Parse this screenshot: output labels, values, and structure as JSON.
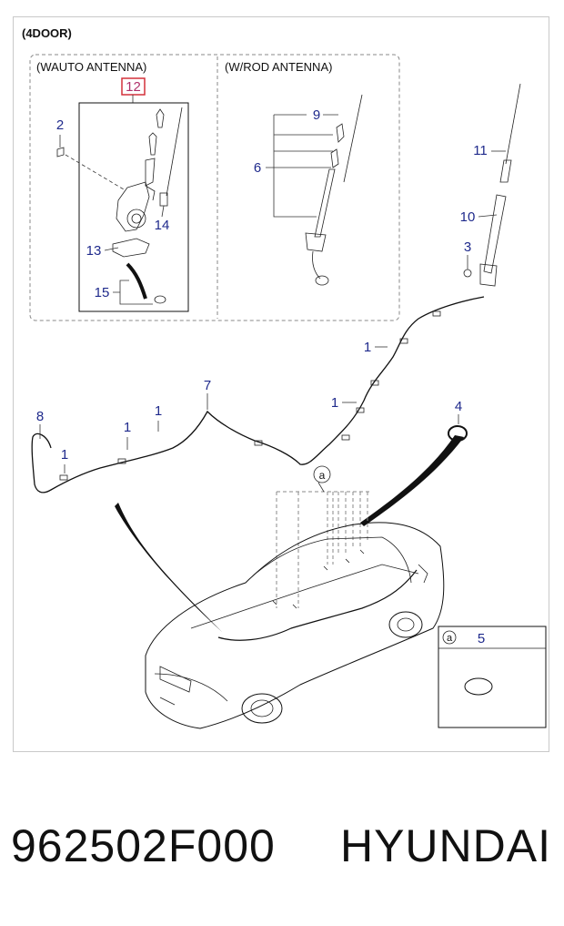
{
  "header": {
    "title": "(4DOOR)"
  },
  "sections": {
    "auto_antenna": "(WAUTO ANTENNA)",
    "rod_antenna": "(W/ROD ANTENNA)"
  },
  "callouts": {
    "c12": "12",
    "c2": "2",
    "c14": "14",
    "c13": "13",
    "c15": "15",
    "c9": "9",
    "c6": "6",
    "c11": "11",
    "c10": "10",
    "c3": "3",
    "c1a": "1",
    "c1b": "1",
    "c1c": "1",
    "c1d": "1",
    "c1e": "1",
    "c7": "7",
    "c8": "8",
    "c4": "4",
    "c5": "5"
  },
  "markers": {
    "a1": "a",
    "a2": "a"
  },
  "footer": {
    "part_number": "962502F000",
    "brand": "HYUNDAI"
  },
  "colors": {
    "callout_text": "#1f2a8c",
    "highlight_box": "#d3303a",
    "line": "#111111"
  }
}
